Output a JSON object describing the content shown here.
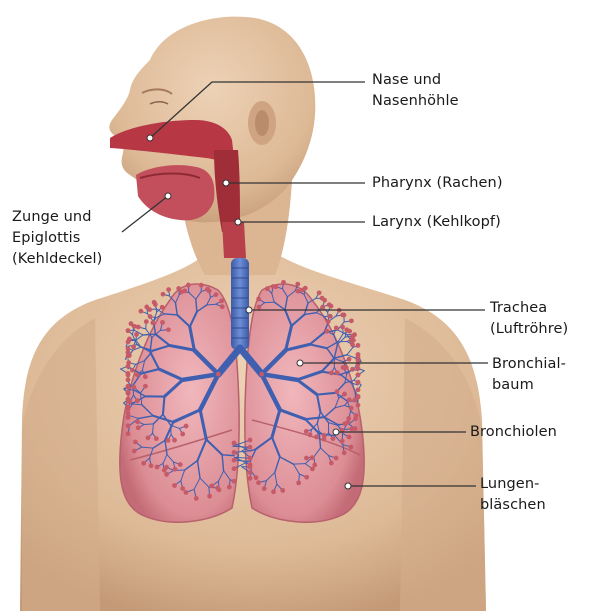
{
  "labels": {
    "nase": "Nase und\nNasenhöhle",
    "pharynx": "Pharynx (Rachen)",
    "larynx": "Larynx (Kehlkopf)",
    "zunge": "Zunge und\nEpiglottis\n(Kehldeckel)",
    "trachea": "Trachea\n(Luftröhre)",
    "bronchialbaum": "Bronchial-\nbaum",
    "bronchiolen": "Bronchiolen",
    "lungenblaeschen": "Lungen-\nbläschen"
  },
  "colors": {
    "skin": "#e3c3a2",
    "skin_shadow": "#c9a17e",
    "lung": "#e7a3a8",
    "lung_dark": "#c9737c",
    "airway": "#a8323c",
    "trachea": "#4a6fb8",
    "bronchi": "#3f5fb0",
    "leader_line": "#333333"
  }
}
